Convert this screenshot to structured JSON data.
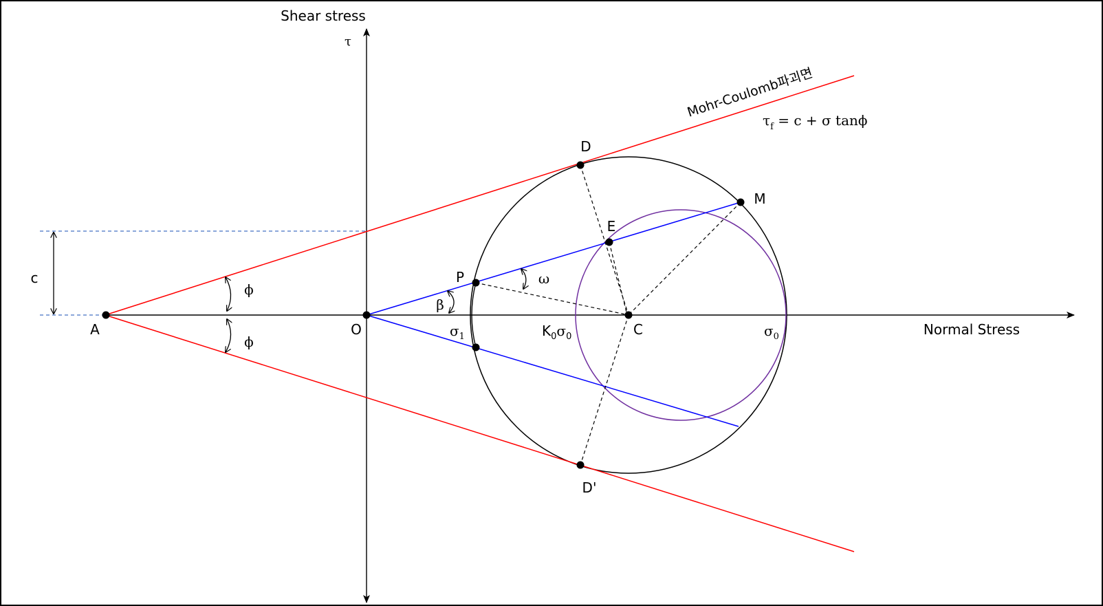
{
  "axes": {
    "y_title": "Shear stress",
    "y_symbol": "τ",
    "x_title": "Normal Stress"
  },
  "failure_envelope": {
    "name": "Mohr-Coulomb파괴면",
    "eq_tau": "τ",
    "eq_sub": "f",
    "eq_rest": " = c + σ tanϕ"
  },
  "points": {
    "A": "A",
    "O": "O",
    "C": "C",
    "D": "D",
    "D_prime": "D'",
    "E": "E",
    "M": "M",
    "P": "P"
  },
  "axis_marks": {
    "sigma1_main": "σ",
    "sigma1_sub": "1",
    "k0_main": "K",
    "k0_sub": "0",
    "k0_sigma": "σ",
    "k0_sigma_sub": "0",
    "sigma0_main": "σ",
    "sigma0_sub": "0"
  },
  "angles": {
    "phi_upper": "ϕ",
    "phi_lower": "ϕ",
    "beta": "β",
    "omega": "ω"
  },
  "cohesion_label": "c",
  "colors": {
    "envelope": "#ff0000",
    "stress_path": "#0000ff",
    "inner_circle": "#7030a0",
    "guide": "#4472c4",
    "ink": "#000000"
  }
}
